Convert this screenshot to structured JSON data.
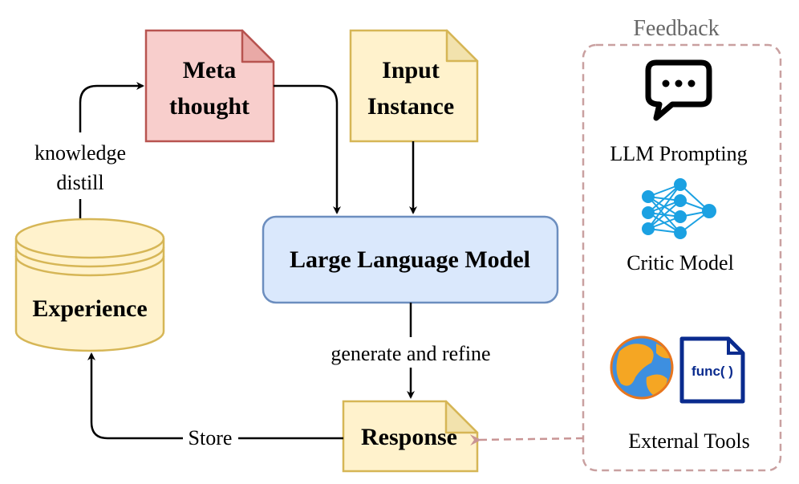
{
  "nodes": {
    "meta_thought": {
      "line1": "Meta",
      "line2": "thought"
    },
    "input_instance": {
      "line1": "Input",
      "line2": "Instance"
    },
    "llm": {
      "label": "Large Language Model"
    },
    "experience": {
      "label": "Experience"
    },
    "response": {
      "label": "Response"
    }
  },
  "edges": {
    "knowledge_distill": {
      "line1": "knowledge",
      "line2": "distill"
    },
    "generate_refine": {
      "label": "generate and refine"
    },
    "store": {
      "label": "Store"
    }
  },
  "feedback": {
    "title": "Feedback",
    "llm_prompting": "LLM Prompting",
    "critic_model": "Critic Model",
    "external_tools": "External Tools",
    "func_label": "func( )"
  },
  "colors": {
    "meta_fill": "#f8cecc",
    "meta_stroke": "#b85450",
    "doc_fill": "#fff2cc",
    "doc_stroke": "#d6b656",
    "llm_fill": "#dae8fc",
    "llm_stroke": "#6c8ebf",
    "feedback_stroke": "#c9a0a0",
    "feedback_title": "#666666",
    "nn_node": "#1ba1e2",
    "func_blue": "#0a2b8e"
  }
}
